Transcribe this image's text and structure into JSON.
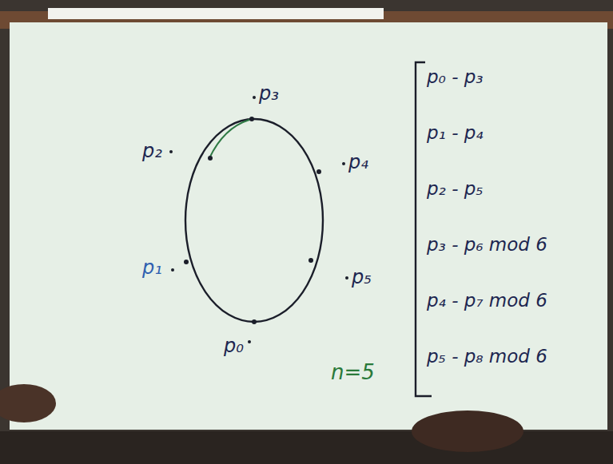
{
  "diagram": {
    "labels": [
      "p₃",
      "p₂",
      "p₄",
      "p₁",
      "p₅",
      "p₀",
      "p₀ - p₃",
      "p₁ - p₄",
      "p₂ - p₅",
      "p₃ - p₆ mod 6",
      "p₄ - p₇ mod 6",
      "p₅ - p₈ mod 6",
      "n=5"
    ]
  }
}
